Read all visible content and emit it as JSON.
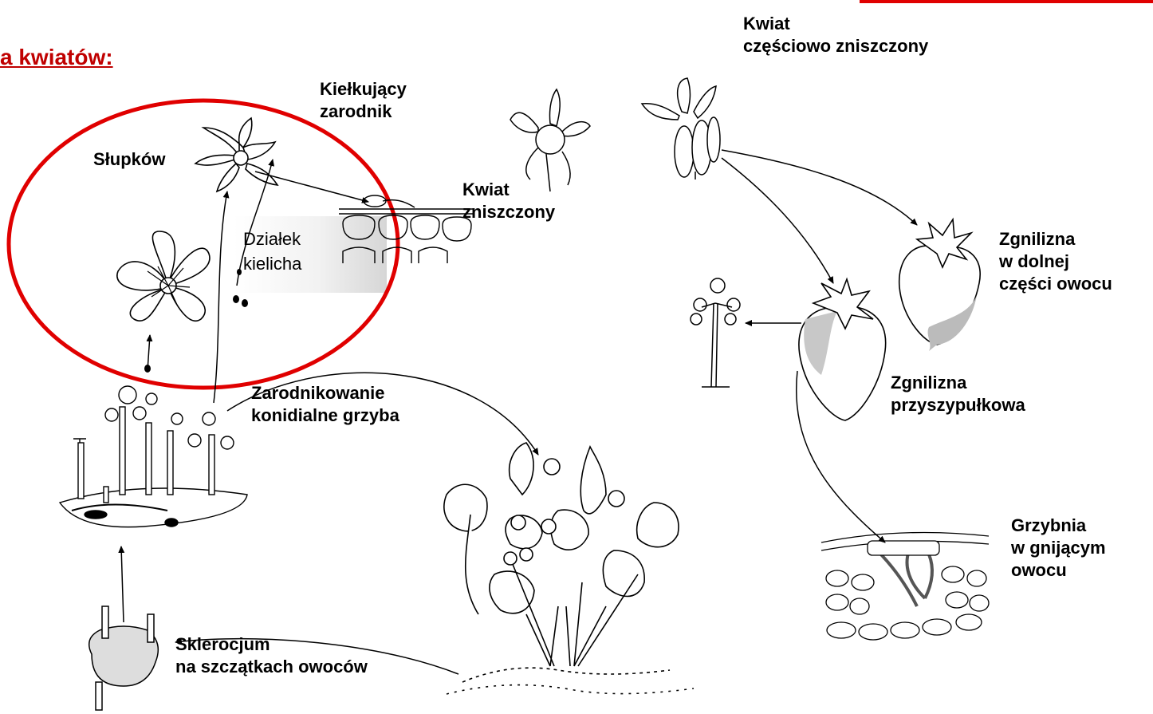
{
  "title": "a kwiatów:",
  "colors": {
    "accent_red": "#e00000",
    "title_red": "#c00000",
    "ink": "#000000"
  },
  "labels": {
    "pistils": "Słupków",
    "germinating_spore": [
      "Kiełkujący",
      "zarodnik"
    ],
    "flower_destroyed": [
      "Kwiat",
      "zniszczony"
    ],
    "flower_partially_destroyed": [
      "Kwiat",
      "częściowo zniszczony"
    ],
    "rot_lower_fruit": [
      "Zgnilizna",
      "w dolnej",
      "części owocu"
    ],
    "rot_stem_end": [
      "Zgnilizna",
      "przyszypułkowa"
    ],
    "mycelium_rotting_fruit": [
      "Grzybnia",
      "w gnijącym",
      "owocu"
    ],
    "conidial_sporulation": [
      "Zarodnikowanie",
      "konidialne grzyba"
    ],
    "sclerotium": [
      "Sklerocjum",
      "na szczątkach owoców"
    ],
    "sepals": [
      "Działek",
      "kielicha"
    ]
  }
}
